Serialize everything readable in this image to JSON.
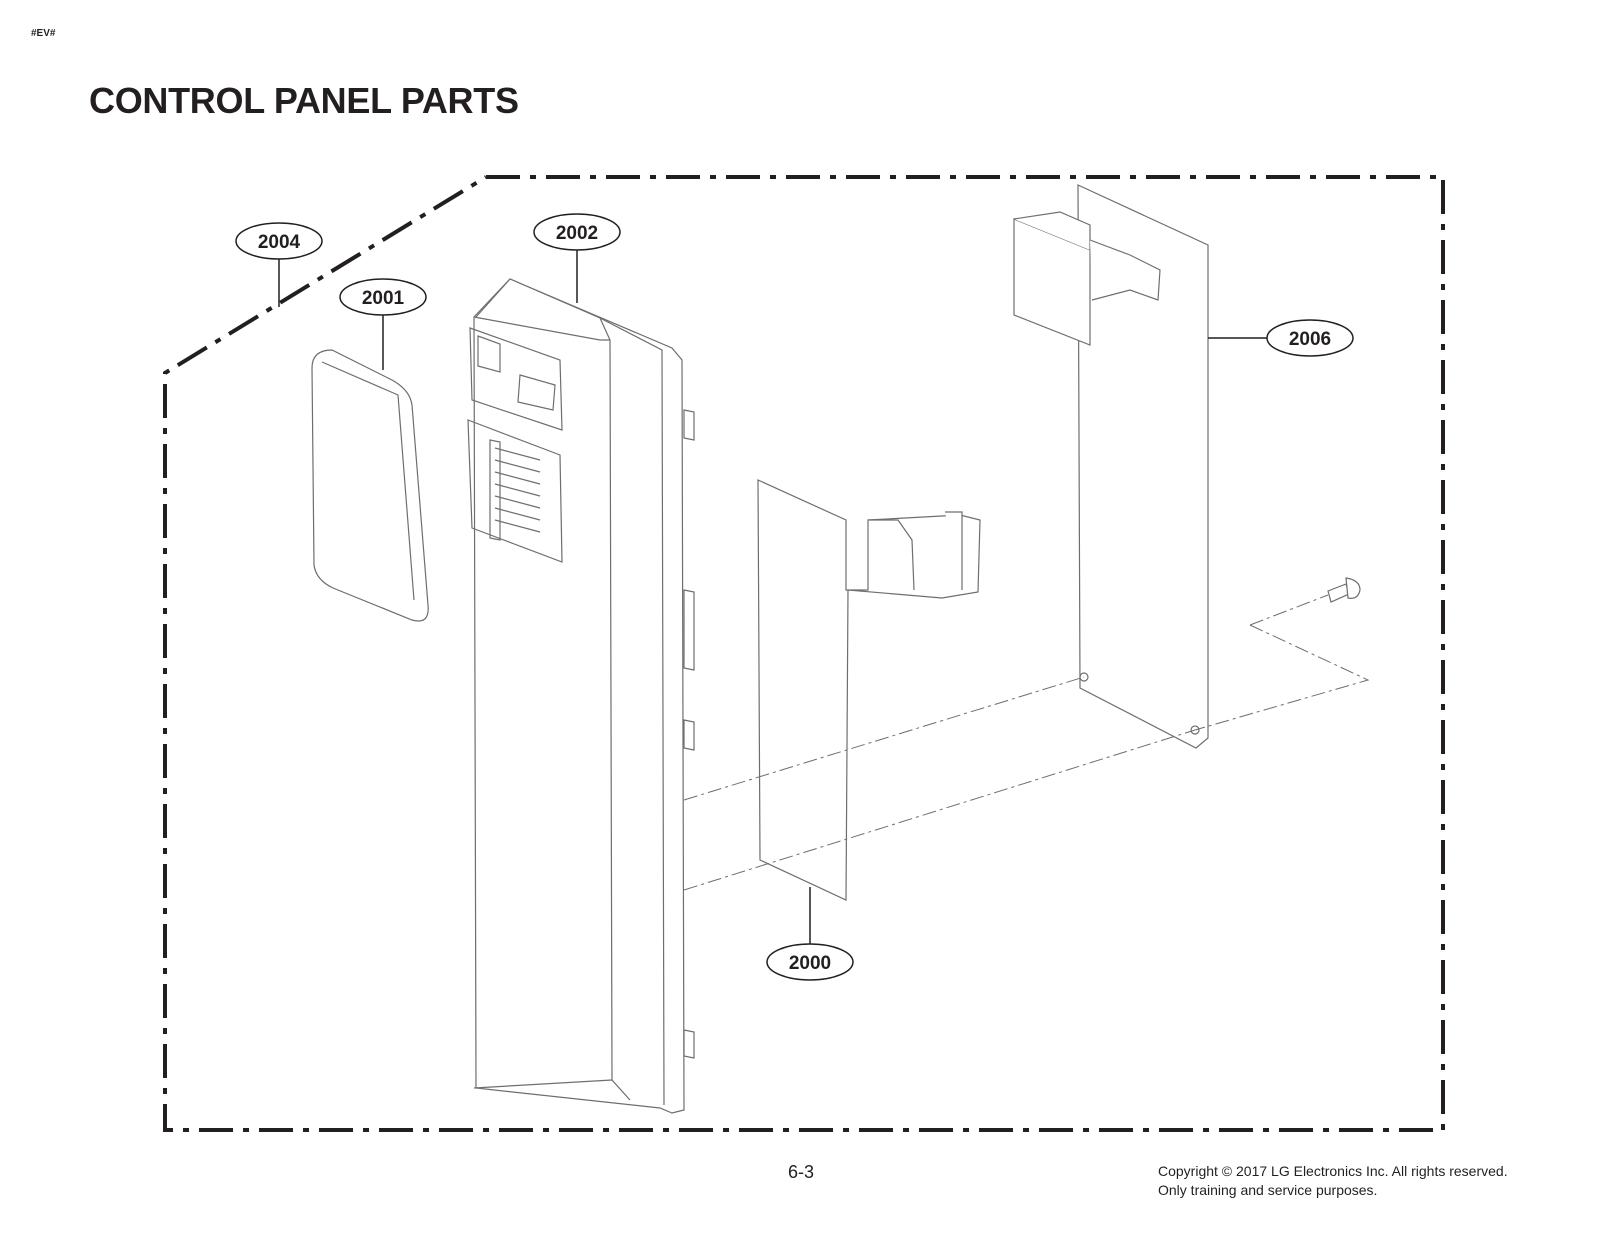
{
  "header": {
    "tag": "#EV#",
    "title": "CONTROL PANEL PARTS"
  },
  "callouts": [
    {
      "id": "2004",
      "label": "2004"
    },
    {
      "id": "2001",
      "label": "2001"
    },
    {
      "id": "2002",
      "label": "2002"
    },
    {
      "id": "2006",
      "label": "2006"
    },
    {
      "id": "2000",
      "label": "2000"
    }
  ],
  "footer": {
    "page_number": "6-3",
    "copyright_line1": "Copyright © 2017 LG Electronics Inc. All rights reserved.",
    "copyright_line2": "Only training and service purposes."
  },
  "colors": {
    "ink": "#231f20",
    "part_stroke": "#6d6e71"
  }
}
